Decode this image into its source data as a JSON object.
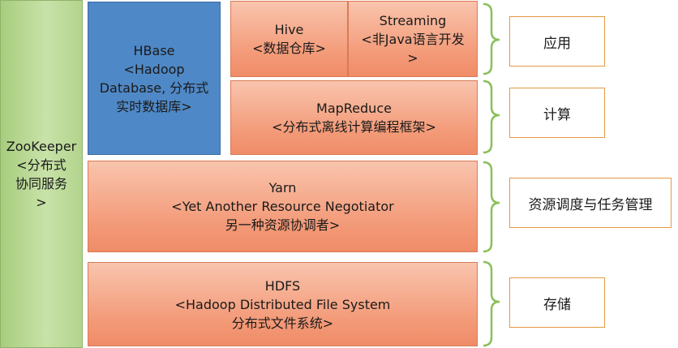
{
  "zookeeper": {
    "lines": [
      "ZooKeeper",
      "<分布式",
      "协同服务",
      ">"
    ]
  },
  "hbase": {
    "lines": [
      "HBase",
      "<Hadoop",
      "Database, 分布式",
      "实时数据库>"
    ]
  },
  "hive": {
    "lines": [
      "Hive",
      "<数据仓库>"
    ]
  },
  "streaming": {
    "lines": [
      "Streaming",
      "<非Java语言开发",
      ">"
    ]
  },
  "mapreduce": {
    "lines": [
      "MapReduce",
      "<分布式离线计算编程框架>"
    ]
  },
  "yarn": {
    "lines": [
      "Yarn",
      "<Yet Another Resource Negotiator",
      "另一种资源协调者>"
    ]
  },
  "hdfs": {
    "lines": [
      "HDFS",
      "<Hadoop Distributed File System",
      "分布式文件系统>"
    ]
  },
  "layers": {
    "application": "应用",
    "compute": "计算",
    "resource": "资源调度与任务管理",
    "storage": "存储"
  },
  "colors": {
    "zookeeper": "#b3d48d",
    "hbase": "#4f88c6",
    "component": "#f39a78",
    "brace": "#8bbf5a",
    "label_border": "#e39a42"
  }
}
